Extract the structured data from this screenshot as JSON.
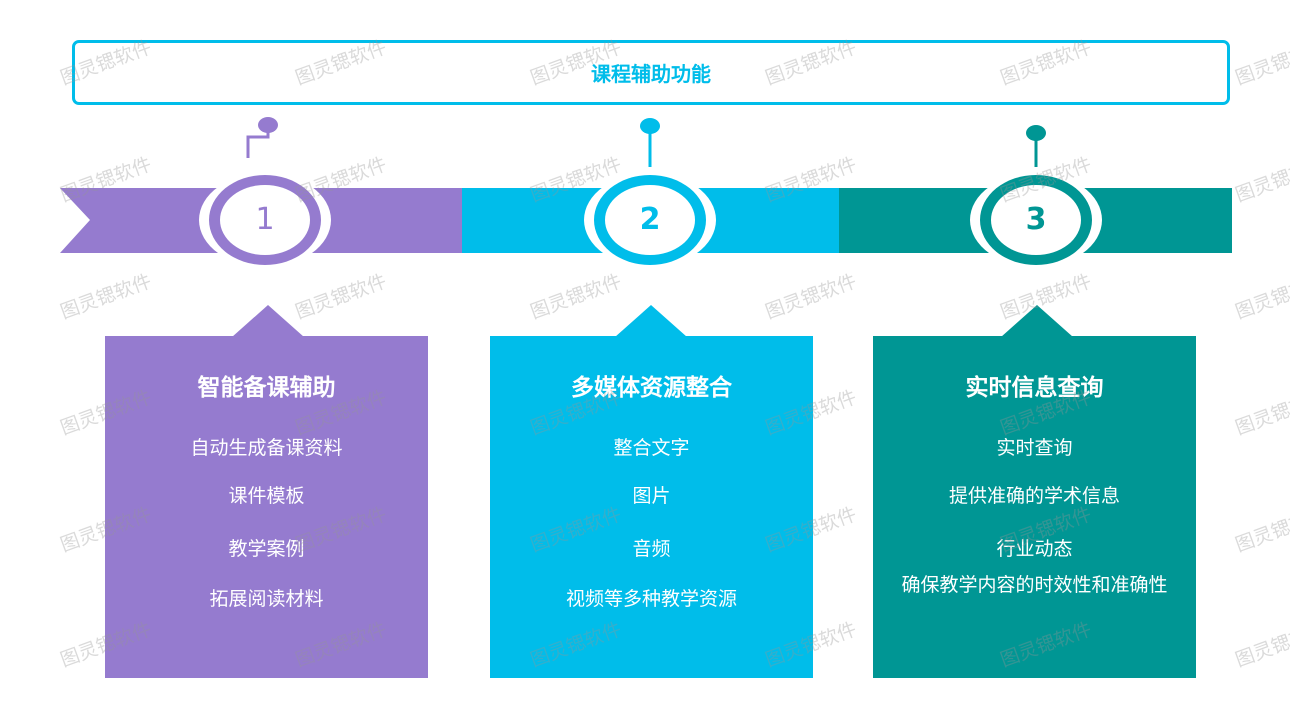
{
  "title": "课程辅助功能",
  "watermark": "图灵锶软件",
  "colors": {
    "purple": "#957BCF",
    "cyan": "#00BDEA",
    "teal": "#009694"
  },
  "steps": [
    {
      "number": "1",
      "heading": "智能备课辅助",
      "items": [
        "自动生成备课资料",
        "课件模板",
        "教学案例",
        "拓展阅读材料"
      ]
    },
    {
      "number": "2",
      "heading": "多媒体资源整合",
      "items": [
        "整合文字",
        "图片",
        "音频",
        "视频等多种教学资源"
      ]
    },
    {
      "number": "3",
      "heading": "实时信息查询",
      "items": [
        "实时查询",
        "提供准确的学术信息",
        "行业动态",
        "确保教学内容的时效性和准确性"
      ]
    }
  ]
}
